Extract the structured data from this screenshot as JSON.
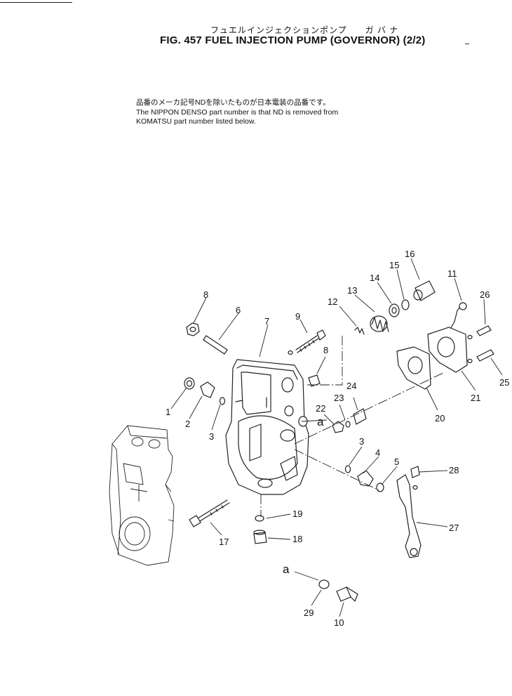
{
  "header": {
    "title_jp": "フュエルインジェクションポンプ　　ガ バ ナ",
    "title_en": "FIG. 457  FUEL INJECTION PUMP (GOVERNOR) (2/2)"
  },
  "note": {
    "line_jp": "品番のメーカ記号NDを除いたものが日本電装の品番です。",
    "line_en_1": "The NIPPON DENSO part number is that ND is removed from",
    "line_en_2": "KOMATSU part number listed below."
  },
  "callouts": {
    "c1": "1",
    "c2": "2",
    "c3a": "3",
    "c3b": "3",
    "c4": "4",
    "c5": "5",
    "c6": "6",
    "c7": "7",
    "c8a": "8",
    "c8b": "8",
    "c9": "9",
    "c10": "10",
    "c11": "11",
    "c12": "12",
    "c13": "13",
    "c14": "14",
    "c15": "15",
    "c16": "16",
    "c17": "17",
    "c18": "18",
    "c19": "19",
    "c20": "20",
    "c21": "21",
    "c22": "22",
    "c23": "23",
    "c24": "24",
    "c25": "25",
    "c26": "26",
    "c27": "27",
    "c28": "28",
    "c29": "29",
    "ref_a1": "a",
    "ref_a2": "a"
  }
}
